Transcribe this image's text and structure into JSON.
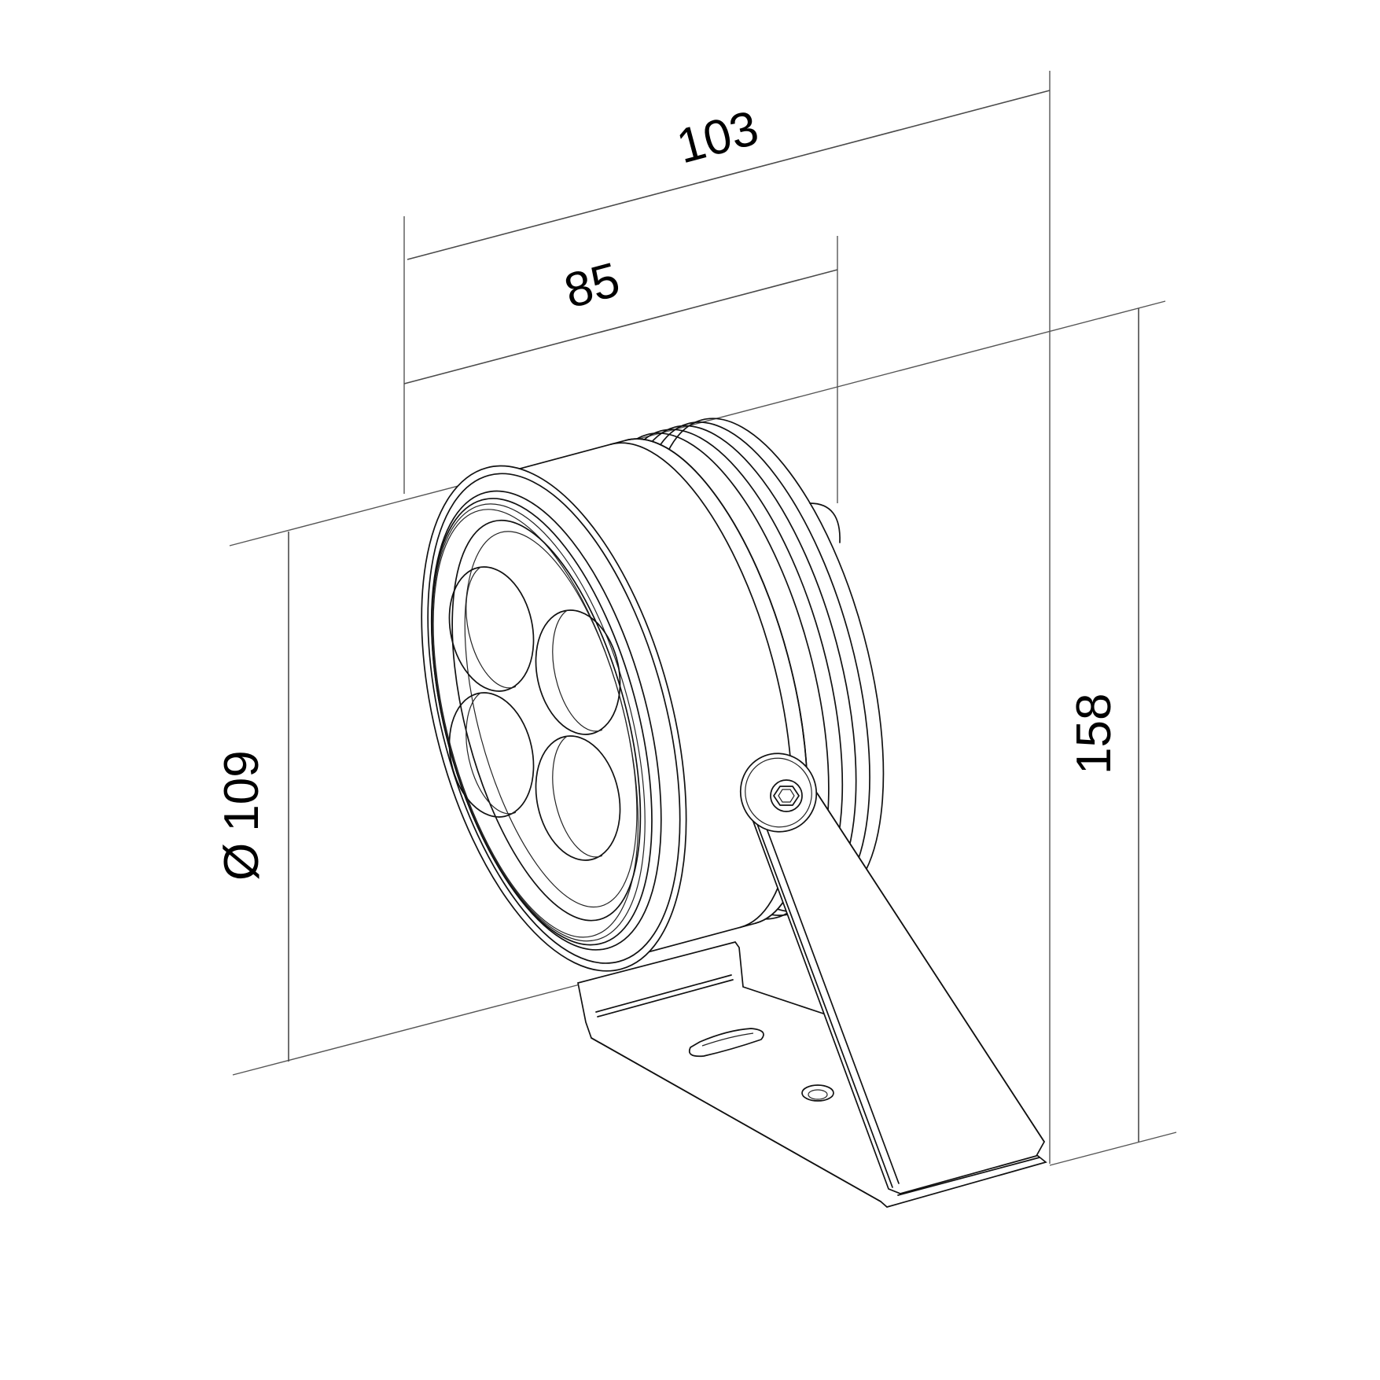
{
  "drawing": {
    "subject": "LED spotlight with mounting bracket",
    "units": "mm",
    "line_color": "#111111",
    "background": "#ffffff"
  },
  "dimensions": {
    "overall_depth": {
      "label": "103",
      "value": 103
    },
    "body_depth": {
      "label": "85",
      "value": 85
    },
    "diameter": {
      "symbol": "Ø",
      "label": "109",
      "value": 109
    },
    "overall_height": {
      "label": "158",
      "value": 158
    }
  },
  "features": {
    "led_count": 4,
    "pivot_screw": "hex-socket",
    "bracket_slots": 1,
    "bracket_holes": 1
  }
}
